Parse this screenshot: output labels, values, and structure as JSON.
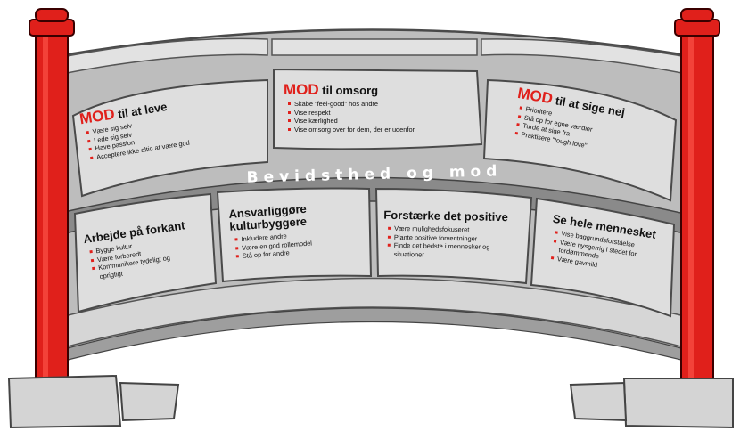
{
  "band_label": "Bevidsthed og mod",
  "top_stones": [
    {
      "mod": "MOD",
      "title_rest": " til at leve",
      "items": [
        "Være sig selv",
        "Lede sig selv",
        "Have passion",
        "Acceptere ikke altid at være god"
      ]
    },
    {
      "mod": "MOD",
      "title_rest": " til omsorg",
      "items": [
        "Skabe \"feel-good\" hos andre",
        "Vise respekt",
        "Vise kærlighed",
        "Vise omsorg over for dem, der er udenfor"
      ]
    },
    {
      "mod": "MOD",
      "title_rest": " til at sige nej",
      "items": [
        "Prioritere",
        "Stå op for egne værdier",
        "Turde at sige fra",
        "Praktisere \"tough love\""
      ]
    }
  ],
  "bottom_stones": [
    {
      "title": "Arbejde på forkant",
      "items": [
        "Bygge kultur",
        "Være forberedt",
        "Kommunikere tydeligt og oprigtigt"
      ]
    },
    {
      "title": "Ansvarliggøre kulturbyggere",
      "items": [
        "Inkludere andre",
        "Være en god rollemodel",
        "Stå op for andre"
      ]
    },
    {
      "title": "Forstærke det positive",
      "items": [
        "Være mulighedsfokuseret",
        "Plante positive forventninger",
        "Finde det bedste i mennesker og situationer"
      ]
    },
    {
      "title": "Se hele mennesket",
      "items": [
        "Vise baggrundsforståelse",
        "Være nysgerrig i stedet for fordømmende",
        "Være gavmild"
      ]
    }
  ],
  "colors": {
    "pillar": "#e0201b",
    "stone": "#dcdcdc",
    "arch": "#b9b9b9",
    "band": "#8f8f8f",
    "accent": "#e0201b"
  }
}
